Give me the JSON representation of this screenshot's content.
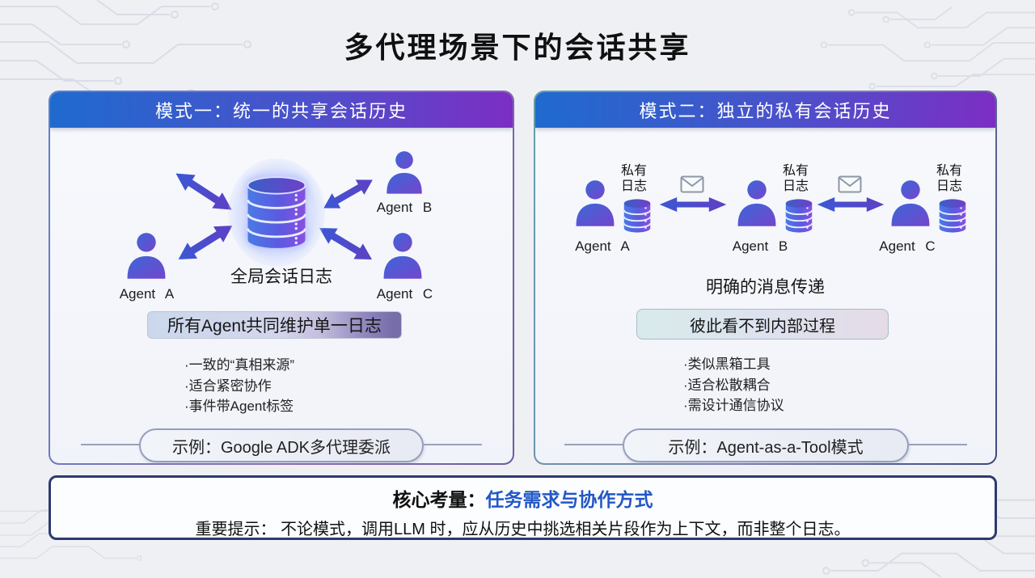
{
  "title": "多代理场景下的会话共享",
  "left_panel": {
    "header": "模式一：统一的共享会话历史",
    "db_label": "全局会话日志",
    "agent_a": "Agent A",
    "agent_b": "Agent B",
    "agent_c": "Agent C",
    "highlight": "所有Agent共同维护单一日志",
    "bullets": [
      "·一致的“真相来源”",
      "·适合紧密协作",
      "·事件带Agent标签"
    ],
    "example": "示例：Google ADK多代理委派"
  },
  "right_panel": {
    "header": "模式二：独立的私有会话历史",
    "private_log_label": "私有\n日志",
    "agent_a": "Agent A",
    "agent_b": "Agent B",
    "agent_c": "Agent C",
    "message_label": "明确的消息传递",
    "highlight": "彼此看不到内部过程",
    "bullets": [
      "·类似黑箱工具",
      "·适合松散耦合",
      "·需设计通信协议"
    ],
    "example": "示例：Agent-as-a-Tool模式"
  },
  "footer": {
    "core_label": "核心考量：",
    "core_value": "任务需求与协作方式",
    "note": "重要提示： 不论模式，调用LLM 时，应从历史中挑选相关片段作为上下文，而非整个日志。"
  },
  "icons": {
    "person": "agent-person-icon",
    "database": "database-cylinder-icon",
    "envelope": "message-envelope-icon",
    "arrow": "bidirectional-arrow-icon",
    "circuit": "circuit-trace-decoration"
  },
  "colors": {
    "header_gradient_start": "#1f6ace",
    "header_gradient_end": "#7c2ec3",
    "accent_blue": "#2257c5",
    "icon_blue": "#3c66d8",
    "icon_purple": "#7446cc",
    "background": "#eef0f4"
  }
}
